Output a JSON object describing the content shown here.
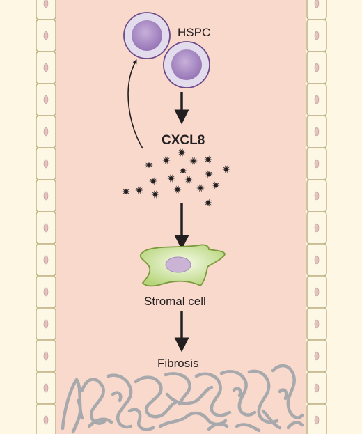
{
  "diagram": {
    "labels": {
      "hspc": "HSPC",
      "cytokine": "CXCL8",
      "stromal": "Stromal cell",
      "outcome": "Fibrosis"
    },
    "colors": {
      "vessel_lumen": "#f8d9cc",
      "vessel_wall": "#fdf8e6",
      "endothelial_border": "#bfb485",
      "endothelial_nucleus": "#e3c3bd",
      "hspc_fill": "#a98ac0",
      "hspc_outline": "#6e4a8a",
      "hspc_halo": "#e3dced",
      "stromal_fill": "#c9e19a",
      "stromal_outline": "#7a9a3c",
      "stromal_nucleus": "#cbb3d5",
      "chemokine": "#231f20",
      "fiber": "#a7a9ac",
      "arrow": "#231f20"
    }
  }
}
